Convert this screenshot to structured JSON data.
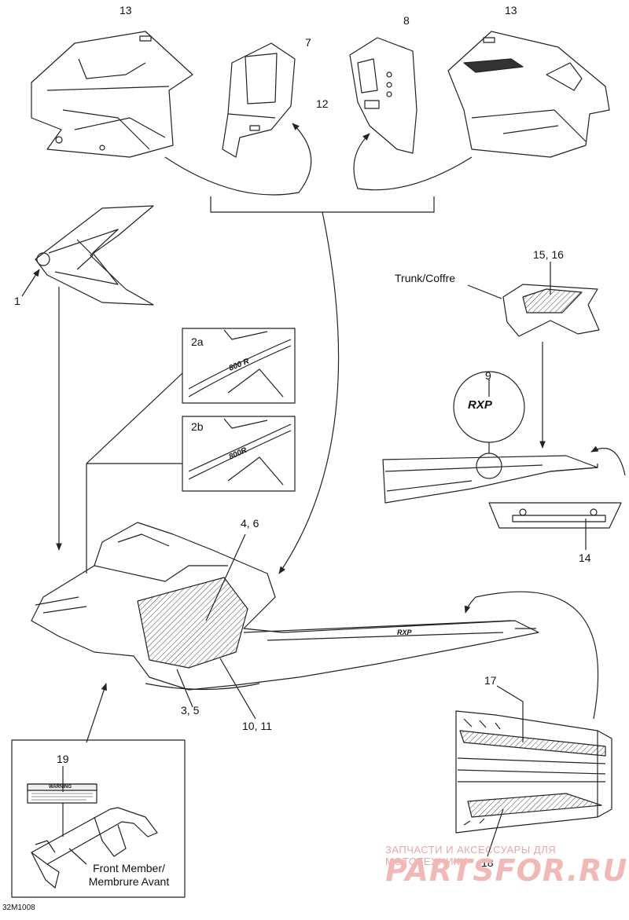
{
  "diagram": {
    "part_number": "32M1008",
    "labels": {
      "l13a": "13",
      "l7": "7",
      "l8": "8",
      "l13b": "13",
      "l12": "12",
      "l1": "1",
      "l1516": "15, 16",
      "l2a": "2a",
      "l2b": "2b",
      "l9": "9",
      "l46": "4, 6",
      "l14": "14",
      "l35": "3, 5",
      "l1011": "10, 11",
      "l17": "17",
      "l19": "19",
      "l18": "18"
    },
    "trunk": "Trunk/Coffre",
    "front_member_line1": "Front Member/",
    "front_member_line2": "Membrure Avant",
    "warning_label": "WARNING",
    "emblem_text": "RXP",
    "tunnel_logo": "RXP",
    "decal_2a": "800 R",
    "decal_2b": "800R"
  },
  "watermark": {
    "line1": "ЗАПЧАСТИ И АКСЕССУАРЫ ДЛЯ МОТОТЕХНИКИ",
    "line2": "PARTSFOR.RU"
  }
}
